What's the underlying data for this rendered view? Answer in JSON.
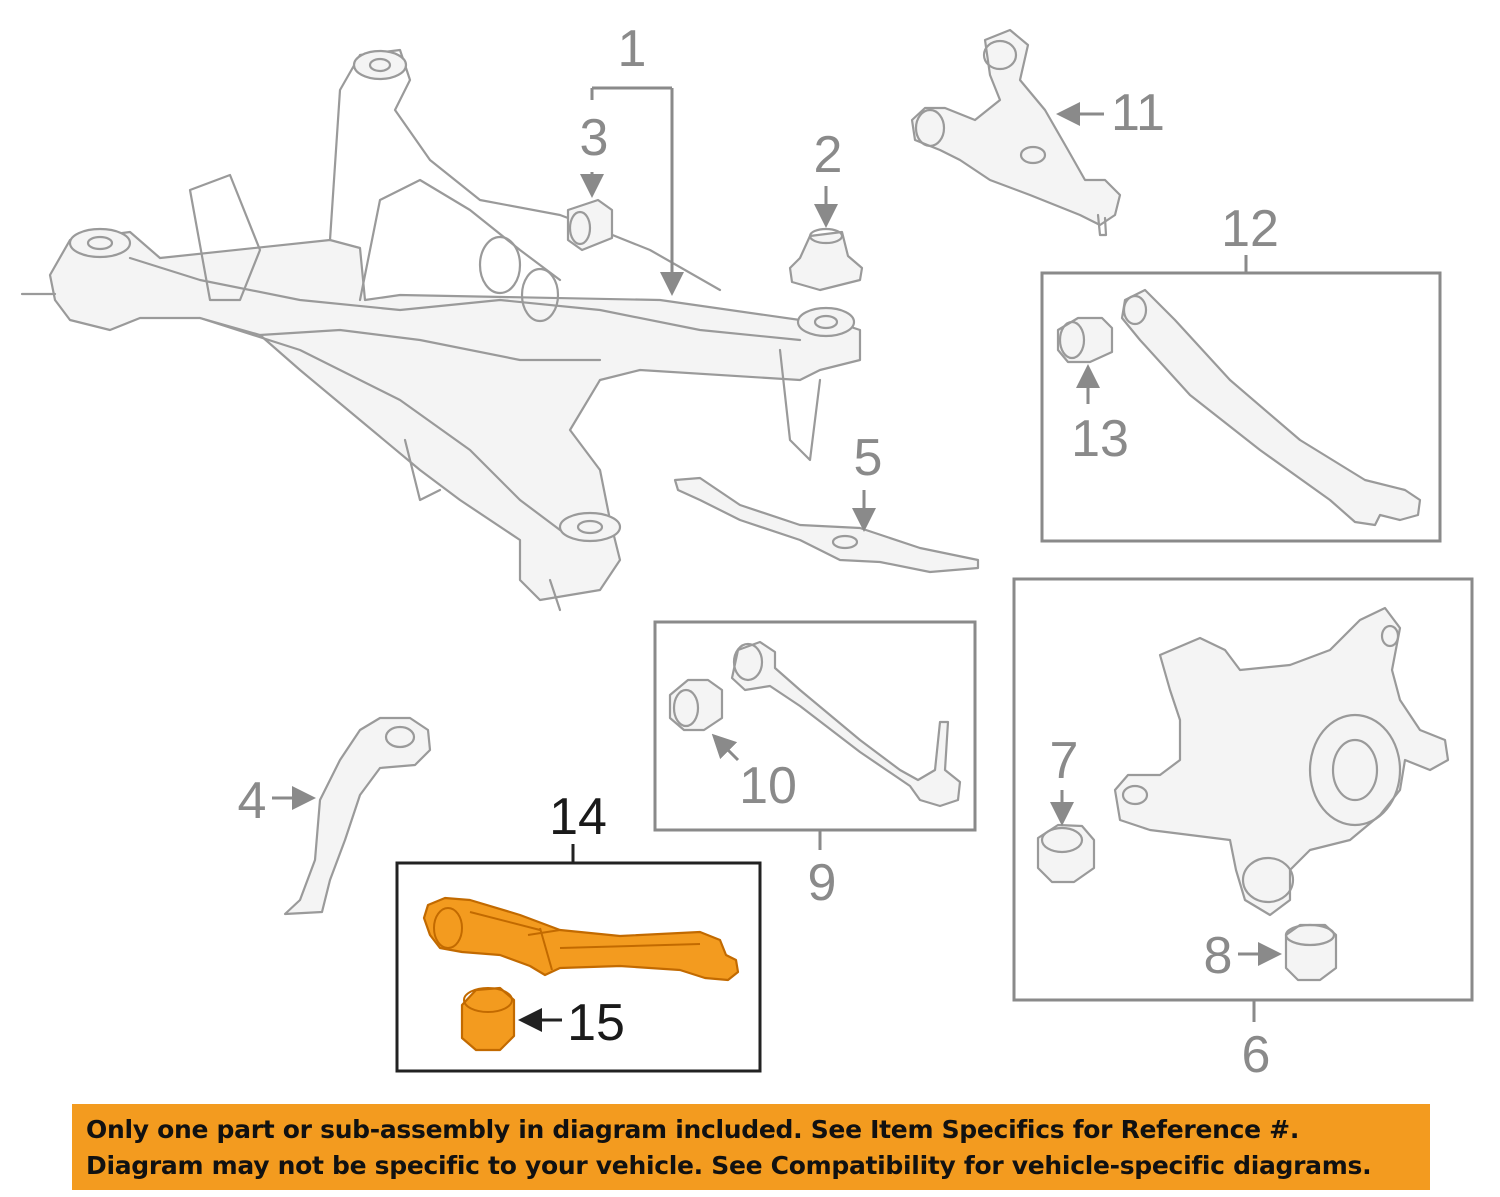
{
  "callouts": {
    "c1": "1",
    "c2": "2",
    "c3": "3",
    "c4": "4",
    "c5": "5",
    "c6": "6",
    "c7": "7",
    "c8": "8",
    "c9": "9",
    "c10": "10",
    "c11": "11",
    "c12": "12",
    "c13": "13",
    "c14": "14",
    "c15": "15"
  },
  "highlighted_parts": [
    "14",
    "15"
  ],
  "colors": {
    "highlight": "#f39b1f",
    "line": "#9a9a9a",
    "banner": "#f39b1f"
  },
  "banner": {
    "line1": "Only one part or sub-assembly in diagram included. See Item Specifics for Reference #.",
    "line2": "Diagram may not be specific to your vehicle. See Compatibility for vehicle-specific diagrams."
  }
}
